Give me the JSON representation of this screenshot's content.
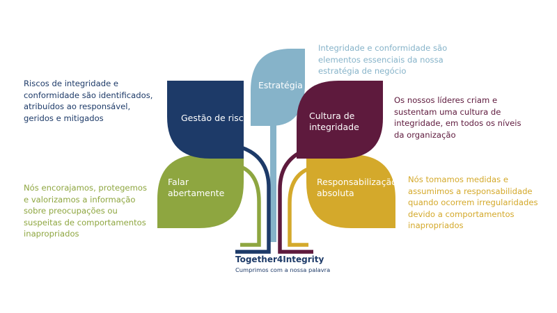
{
  "colors": {
    "strategy": "#86b3c9",
    "risk": "#1d3a68",
    "culture": "#5e1a3d",
    "speak_up": "#8ea640",
    "accountability": "#d4a92b"
  },
  "leaves": {
    "estrategia": "Estratégia",
    "gestao": "Gestão de risco",
    "cultura": [
      "Cultura de",
      "integridade"
    ],
    "falar": [
      "Falar",
      "abertamente"
    ],
    "responsabilizacao": [
      "Responsabilização",
      "absoluta"
    ]
  },
  "descriptions": {
    "top": [
      "Integridade e conformidade são",
      "elementos essenciais da nossa",
      "estratégia de negócio"
    ],
    "left_top": [
      "Riscos de integridade e",
      "conformidade são identificados,",
      "atribuídos ao responsável,",
      "geridos  e mitigados"
    ],
    "right_top": [
      "Os nossos líderes criam e",
      "sustentam uma cultura de",
      "integridade, em todos os níveis",
      "da organização"
    ],
    "left_bottom": [
      "Nós encorajamos, protegemos",
      "e valorizamos a informação",
      "sobre preocupações ou",
      "suspeitas de comportamentos",
      "inapropriados"
    ],
    "right_bottom": [
      "Nós tomamos medidas e",
      "assumimos a responsabilidade",
      "quando ocorrem irregularidades",
      "devido a comportamentos",
      "inapropriados"
    ]
  },
  "brand": {
    "title": "Together4Integrity",
    "subtitle": "Cumprimos com a nossa palavra"
  }
}
